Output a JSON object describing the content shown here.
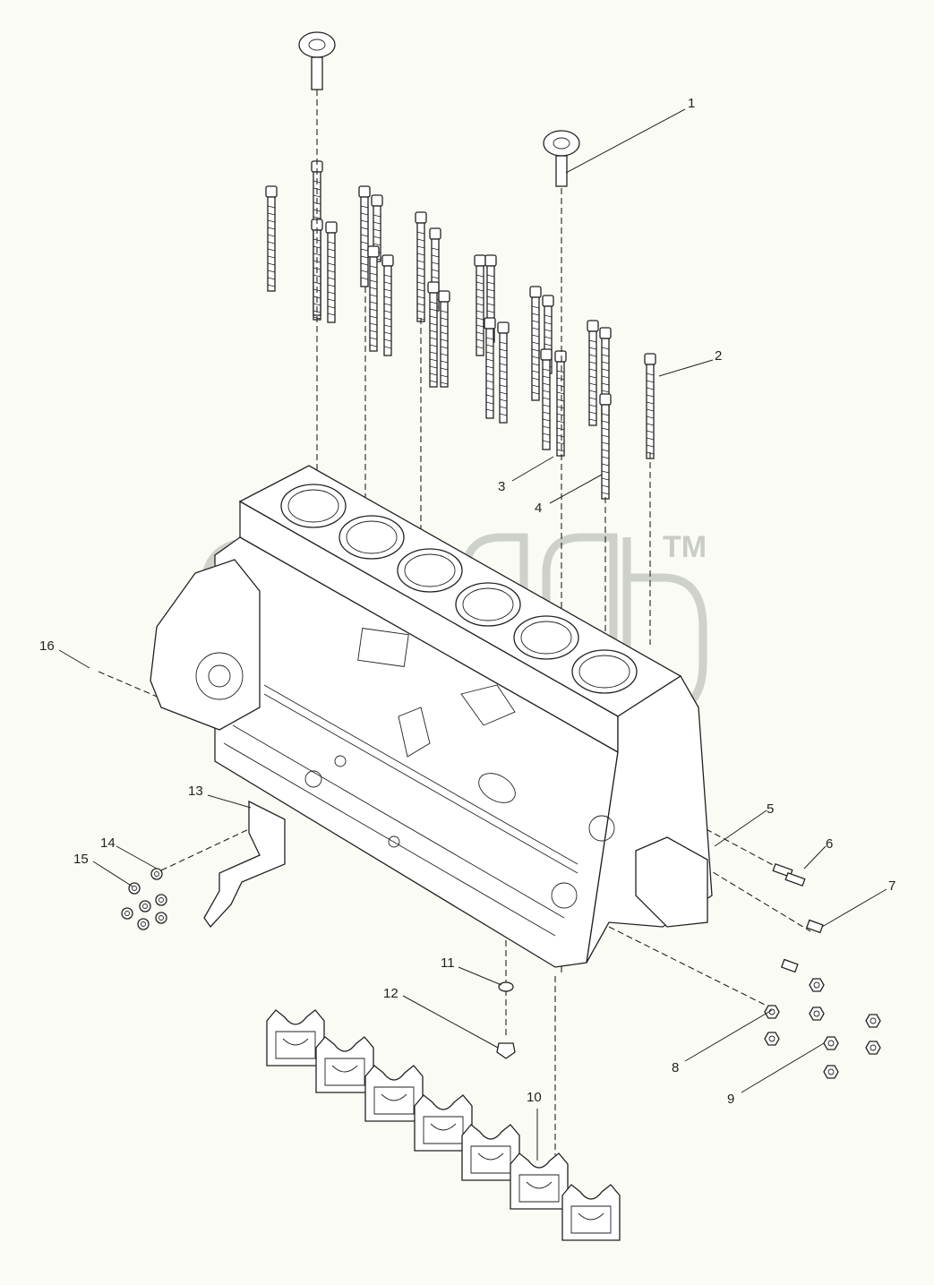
{
  "watermark": {
    "mark": "TM",
    "color": "#c9cdc6"
  },
  "callouts": [
    "1",
    "2",
    "3",
    "4",
    "5",
    "6",
    "7",
    "8",
    "9",
    "10",
    "11",
    "12",
    "13",
    "14",
    "15",
    "16"
  ]
}
